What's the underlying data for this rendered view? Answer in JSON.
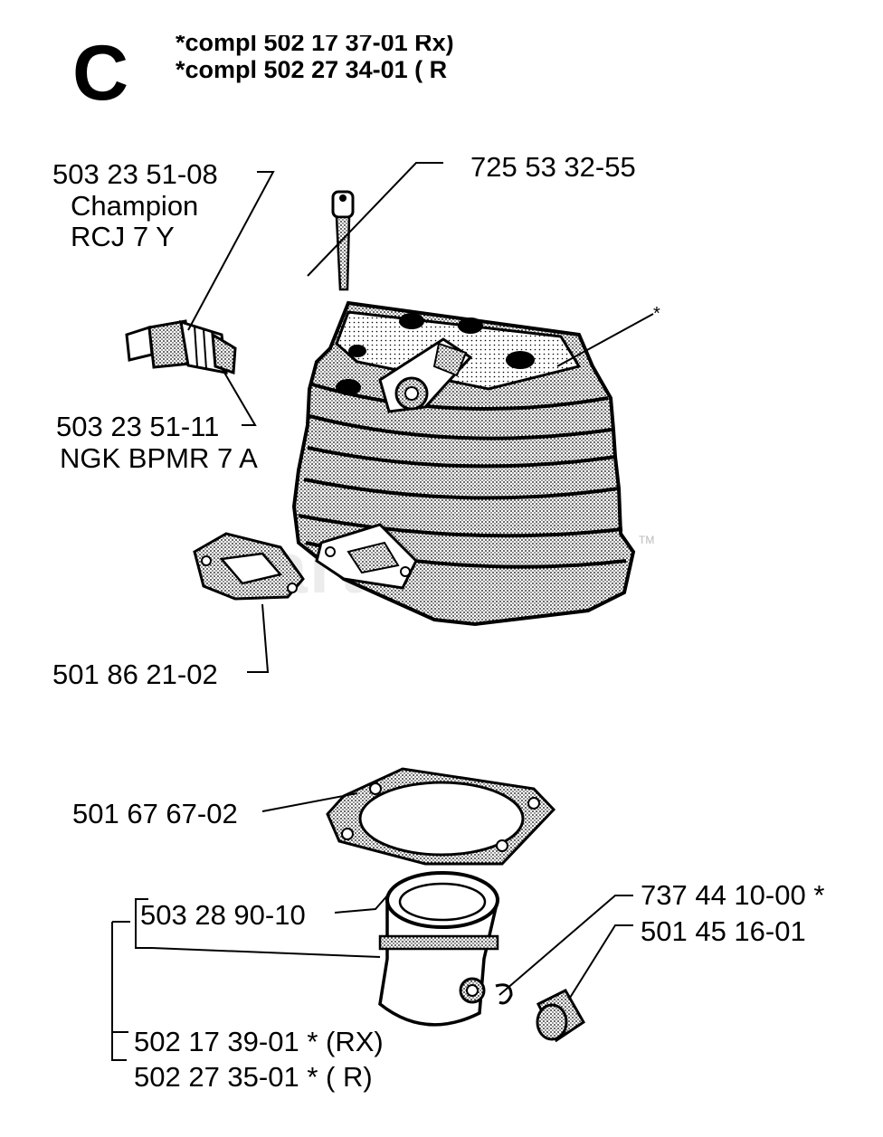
{
  "section": {
    "letter": "C"
  },
  "header": {
    "line1": "*compl 502 17 37-01 Rx)",
    "line2": "*compl 502 27 34-01 ( R"
  },
  "parts": {
    "spark_plug_champion": {
      "number": "503 23 51-08",
      "line2": "Champion",
      "line3": "RCJ 7 Y"
    },
    "spark_plug_ngk": {
      "number": "503 23 51-11",
      "line2": "NGK BPMR 7 A"
    },
    "screw": {
      "number": "725 53 32-55"
    },
    "cylinder": {
      "marker": "*"
    },
    "gasket_small": {
      "number": "501 86 21-02"
    },
    "gasket_base": {
      "number": "501 67 67-02"
    },
    "piston_ring": {
      "number": "503 28 90-10"
    },
    "circlip": {
      "number": "737 44 10-00 *"
    },
    "needle_bearing": {
      "number": "501 45 16-01"
    },
    "piston_rx": {
      "number": "502 17 39-01 * (RX)"
    },
    "piston_r": {
      "number": "502 27 35-01 * ( R)"
    }
  },
  "watermark": {
    "text": "PartsTree",
    "tm": "TM"
  }
}
